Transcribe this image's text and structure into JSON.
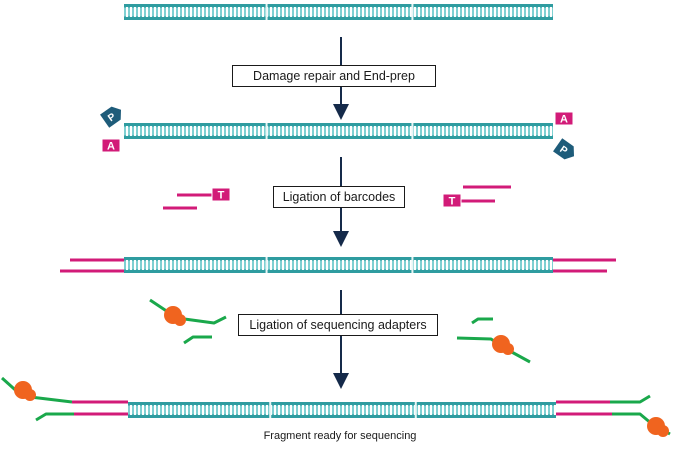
{
  "steps": [
    {
      "label": "Damage repair and End-prep"
    },
    {
      "label": "Ligation of barcodes"
    },
    {
      "label": "Ligation of sequencing adapters"
    }
  ],
  "caption": "Fragment ready for sequencing",
  "tags": {
    "a": "A",
    "p": "P",
    "t": "T"
  },
  "colors": {
    "dna": "#2f9ca0",
    "dna_light": "#7fd0d2",
    "arrow": "#152a4a",
    "magenta": "#d21b78",
    "green": "#1aa84b",
    "orange": "#f0641f",
    "phosphate": "#1e5c7a"
  }
}
